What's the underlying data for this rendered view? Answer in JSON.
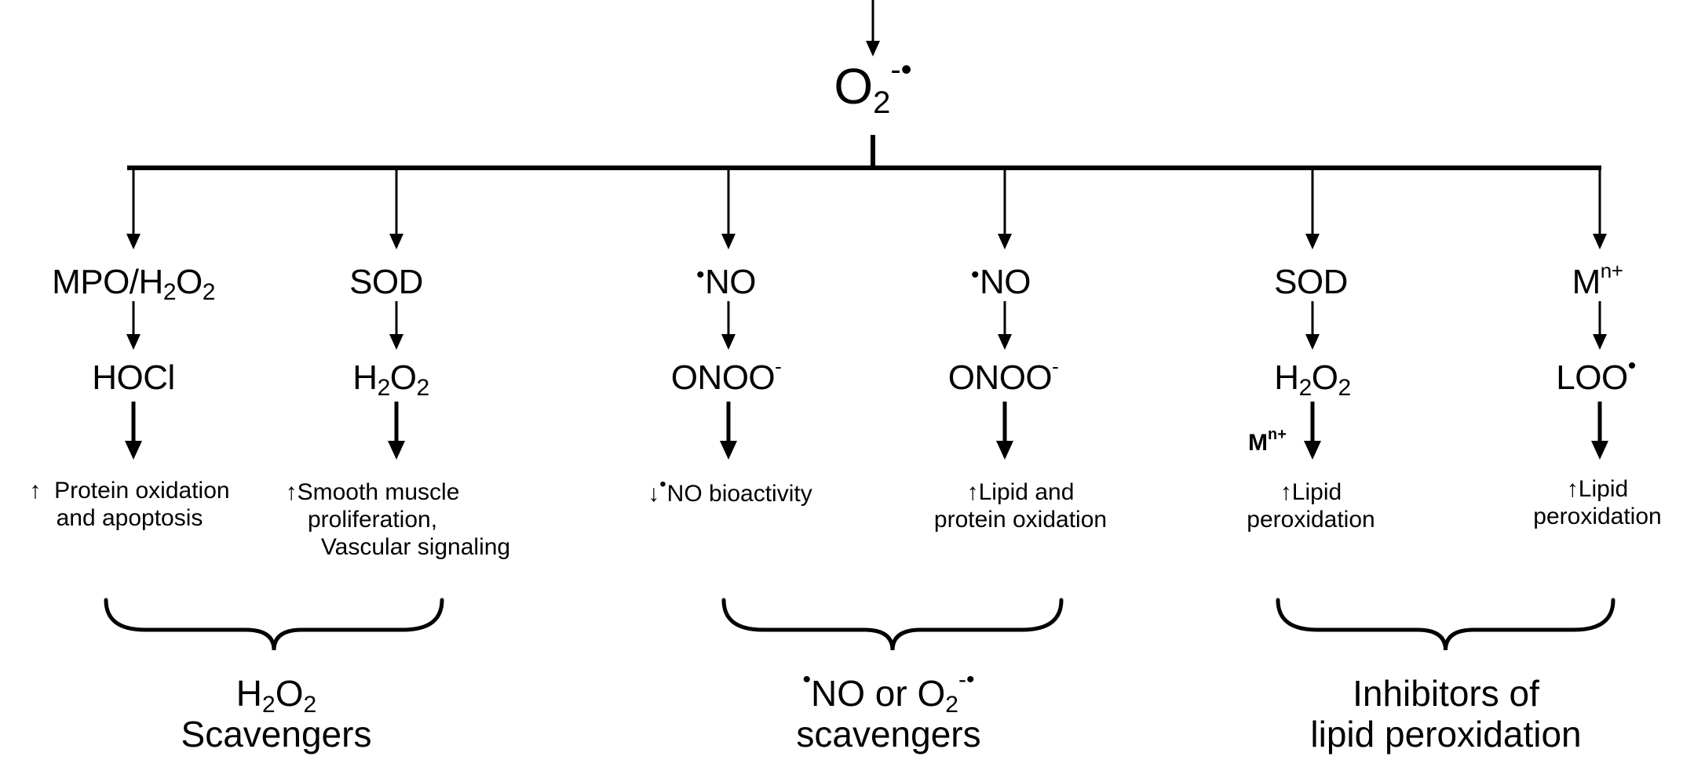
{
  "root": {
    "base": "O",
    "sub": "2",
    "sup": "-",
    "dot": "•"
  },
  "branches": [
    {
      "n1": {
        "base": "MPO/H",
        "s1": "2",
        "mid": "O",
        "s2": "2"
      },
      "n2": "HOCl",
      "outcome": {
        "arrow": "↑",
        "l1": "Protein oxidation",
        "l2": "and apoptosis"
      }
    },
    {
      "n1": "SOD",
      "n2": {
        "base": "H",
        "s1": "2",
        "mid": "O",
        "s2": "2"
      },
      "outcome": {
        "arrow": "↑",
        "l1": "Smooth muscle",
        "l2": "proliferation,",
        "l3": "Vascular signaling"
      }
    },
    {
      "n1": {
        "dot": "•",
        "text": "NO"
      },
      "n2": {
        "text": "ONOO",
        "sup": "-"
      },
      "outcome": {
        "arrow": "↓",
        "dot": "•",
        "l1": "NO bioactivity"
      }
    },
    {
      "n1": {
        "dot": "•",
        "text": "NO"
      },
      "n2": {
        "text": "ONOO",
        "sup": "-"
      },
      "outcome": {
        "arrow": "↑",
        "l1": "Lipid and",
        "l2": "protein oxidation"
      }
    },
    {
      "n1": "SOD",
      "n2": {
        "base": "H",
        "s1": "2",
        "mid": "O",
        "s2": "2"
      },
      "catalyst": {
        "text": "M",
        "sup": "n+"
      },
      "outcome": {
        "arrow": "↑",
        "l1": "Lipid",
        "l2": "peroxidation"
      }
    },
    {
      "n1": {
        "text": "M",
        "sup": "n+"
      },
      "n2": {
        "text": "LOO",
        "dot": "•"
      },
      "outcome": {
        "arrow": "↑",
        "l1": "Lipid",
        "l2": "peroxidation"
      }
    }
  ],
  "groups": [
    {
      "l1": {
        "base": "H",
        "s1": "2",
        "mid": "O",
        "s2": "2"
      },
      "l2": "Scavengers"
    },
    {
      "l1": {
        "dot": "•",
        "text": "NO or O",
        "sub": "2",
        "sup": "-",
        "dot2": "•"
      },
      "l2": "scavengers"
    },
    {
      "l1": "Inhibitors of",
      "l2": "lipid peroxidation"
    }
  ]
}
